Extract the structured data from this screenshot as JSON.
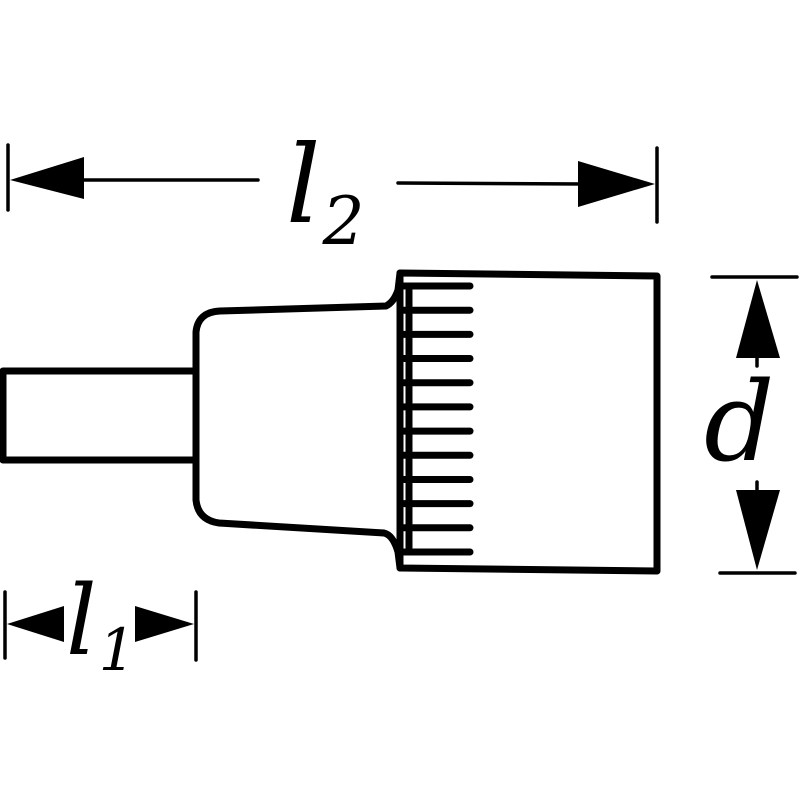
{
  "dimensions": {
    "overall_length": {
      "symbol": "l",
      "subscript": "2"
    },
    "drive_length": {
      "symbol": "l",
      "subscript": "1"
    },
    "diameter": {
      "symbol": "d"
    }
  },
  "colors": {
    "ink": "#000000",
    "background": "#ffffff"
  },
  "knurl_ridge_count": 12
}
